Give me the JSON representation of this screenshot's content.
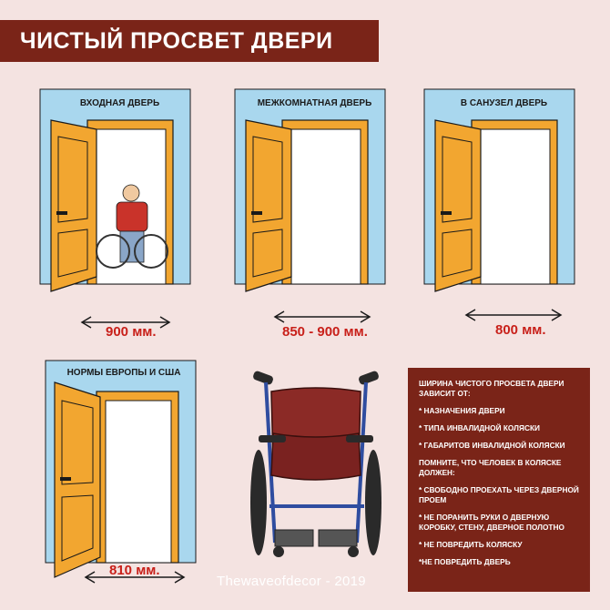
{
  "title": "ЧИСТЫЙ ПРОСВЕТ ДВЕРИ",
  "doors": [
    {
      "label": "ВХОДНАЯ ДВЕРЬ",
      "width": "900 мм."
    },
    {
      "label": "МЕЖКОМНАТНАЯ ДВЕРЬ",
      "width": "850 - 900 мм."
    },
    {
      "label": "В САНУЗЕЛ ДВЕРЬ",
      "width": "800 мм."
    },
    {
      "label": "НОРМЫ ЕВРОПЫ И США",
      "width": "810 мм."
    }
  ],
  "info": {
    "intro": "ШИРИНА ЧИСТОГО ПРОСВЕТА ДВЕРИ ЗАВИСИТ ОТ:",
    "factors": [
      "* НАЗНАЧЕНИЯ ДВЕРИ",
      "* ТИПА ИНВАЛИДНОЙ КОЛЯСКИ",
      "* ГАБАРИТОВ ИНВАЛИДНОЙ КОЛЯСКИ"
    ],
    "reminder": "ПОМНИТЕ, ЧТО ЧЕЛОВЕК В КОЛЯСКЕ ДОЛЖЕН:",
    "requirements": [
      "* СВОБОДНО ПРОЕХАТЬ ЧЕРЕЗ ДВЕРНОЙ ПРОЕМ",
      "* НЕ ПОРАНИТЬ РУКИ О ДВЕРНУЮ КОРОБКУ, СТЕНУ, ДВЕРНОЕ ПОЛОТНО",
      "* НЕ ПОВРЕДИТЬ КОЛЯСКУ",
      "*НЕ ПОВРЕДИТЬ ДВЕРЬ"
    ]
  },
  "watermark": "Thewaveofdecor - 2019",
  "colors": {
    "background": "#f4e3e1",
    "wall": "#a9d7ee",
    "door": "#f2a630",
    "frame": "#f2a630",
    "accent": "#7a2418",
    "dimension_text": "#c8201a"
  }
}
